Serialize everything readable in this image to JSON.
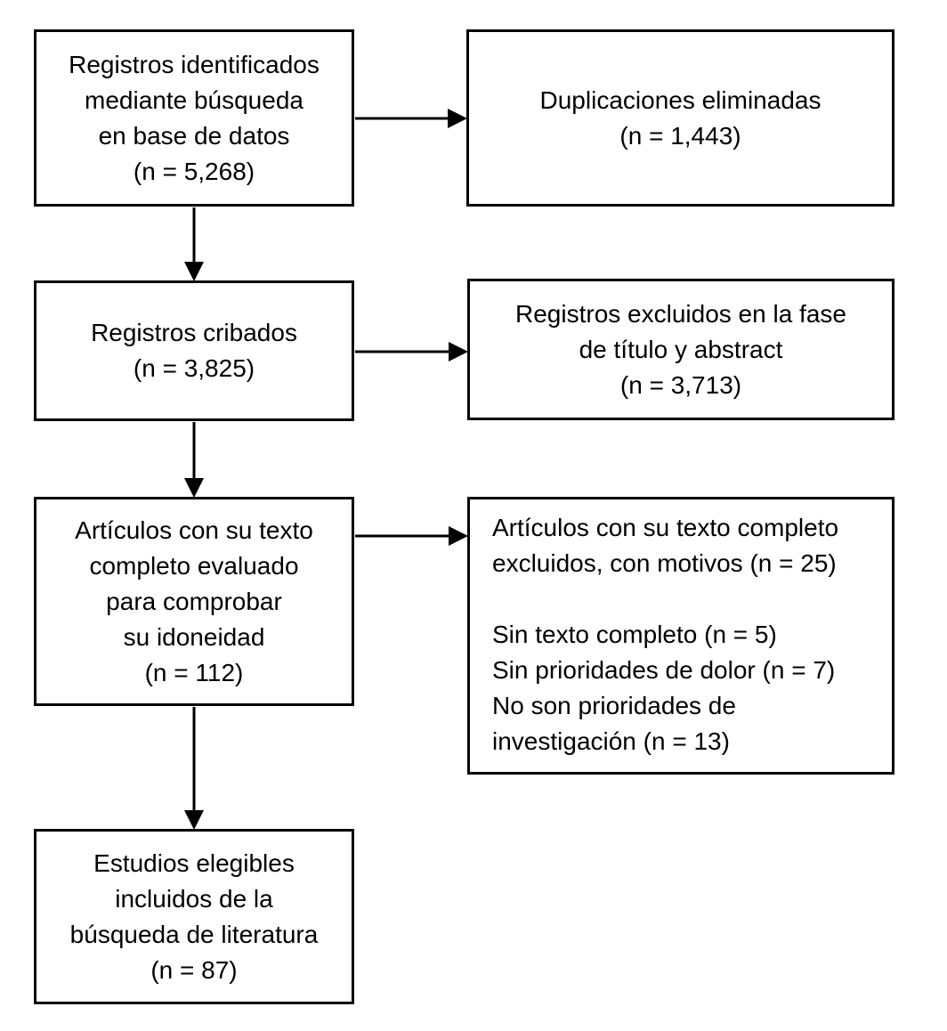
{
  "diagram": {
    "type": "flowchart",
    "language": "es",
    "colors": {
      "border": "#000000",
      "text": "#000000",
      "background": "#ffffff"
    },
    "boxes": {
      "identified": {
        "text": "Registros identificados\nmediante búsqueda\nen base de datos\n(n = 5,268)",
        "n": "5,268"
      },
      "duplicates_removed": {
        "text": "Duplicaciones eliminadas\n(n = 1,443)",
        "n": "1,443"
      },
      "screened": {
        "text": "Registros cribados\n(n = 3,825)",
        "n": "3,825"
      },
      "excluded_title_abstract": {
        "text": "Registros excluidos en la fase\nde título y abstract\n(n = 3,713)",
        "n": "3,713"
      },
      "fulltext_assessed": {
        "text": "Artículos con su texto\ncompleto evaluado\npara comprobar\nsu idoneidad\n(n = 112)",
        "n": "112"
      },
      "fulltext_excluded": {
        "text": "Artículos con su texto completo\nexcluidos, con motivos (n = 25)\n\nSin texto completo (n = 5)\nSin prioridades de dolor (n = 7)\nNo son prioridades de\ninvestigación (n = 13)",
        "n": "25",
        "reasons": [
          {
            "label": "Sin texto completo",
            "n": "5"
          },
          {
            "label": "Sin prioridades de dolor",
            "n": "7"
          },
          {
            "label": "No son prioridades de investigación",
            "n": "13"
          }
        ]
      },
      "included": {
        "text": "Estudios elegibles\nincluidos de la\nbúsqueda de literatura\n(n = 87)",
        "n": "87"
      }
    },
    "edges": [
      {
        "from": "identified",
        "to": "duplicates_removed",
        "direction": "right"
      },
      {
        "from": "identified",
        "to": "screened",
        "direction": "down"
      },
      {
        "from": "screened",
        "to": "excluded_title_abstract",
        "direction": "right"
      },
      {
        "from": "screened",
        "to": "fulltext_assessed",
        "direction": "down"
      },
      {
        "from": "fulltext_assessed",
        "to": "fulltext_excluded",
        "direction": "right"
      },
      {
        "from": "fulltext_assessed",
        "to": "included",
        "direction": "down"
      }
    ]
  }
}
